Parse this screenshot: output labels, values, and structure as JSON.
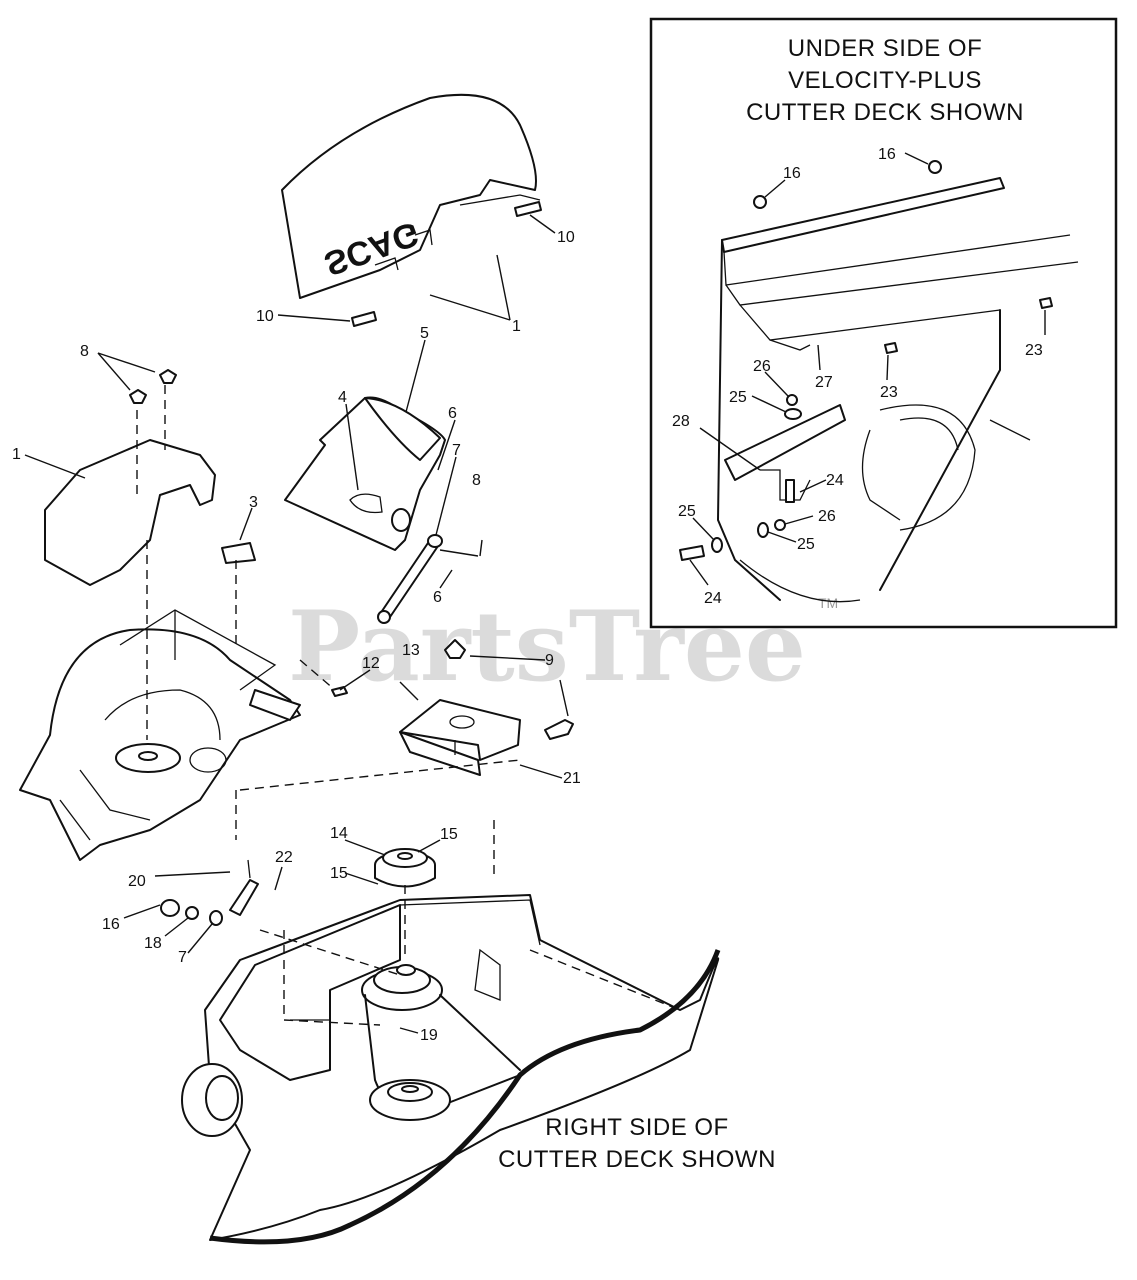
{
  "inset": {
    "heading_lines": [
      "UNDER SIDE OF",
      "VELOCITY-PLUS",
      "CUTTER DECK SHOWN"
    ]
  },
  "main_caption_lines": [
    "RIGHT SIDE OF",
    "CUTTER DECK SHOWN"
  ],
  "watermark": {
    "text": "PartsTree",
    "trademark": "TM"
  },
  "brand_decal": "SCAG",
  "drawing_number": "",
  "callouts": {
    "c1a": "1",
    "c1b": "1",
    "c3": "3",
    "c4": "4",
    "c5": "5",
    "c6a": "6",
    "c6b": "6",
    "c7a": "7",
    "c7b": "7",
    "c8a": "8",
    "c8b": "8",
    "c9": "9",
    "c10a": "10",
    "c10b": "10",
    "c12": "12",
    "c13": "13",
    "c14": "14",
    "c15a": "15",
    "c15b": "15",
    "c16a": "16",
    "c18": "18",
    "c19": "19",
    "c20": "20",
    "c21": "21",
    "c22": "22",
    "i16a": "16",
    "i16b": "16",
    "i23a": "23",
    "i23b": "23",
    "i24a": "24",
    "i24b": "24",
    "i25a": "25",
    "i25b": "25",
    "i25c": "25",
    "i26a": "26",
    "i26b": "26",
    "i27": "27",
    "i28": "28"
  }
}
